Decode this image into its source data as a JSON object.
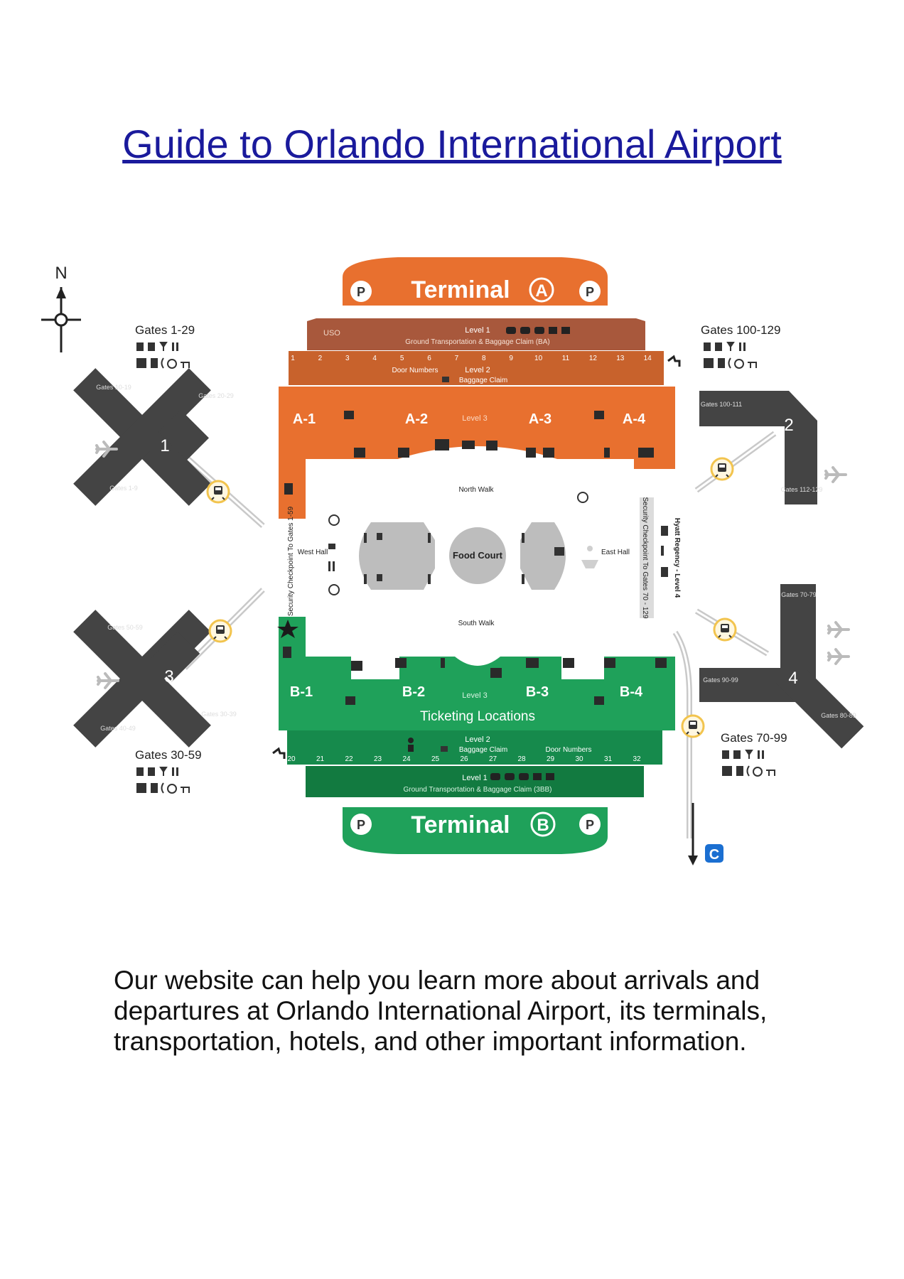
{
  "title": "Guide to Orlando International Airport",
  "description": "Our website can help you learn more about arrivals and departures at Orlando International Airport, its terminals, transportation, hotels, and other important information.",
  "colors": {
    "terminal_a": "#e8702f",
    "terminal_a_dark": "#c8622c",
    "terminal_a_brown": "#a8583c",
    "terminal_b": "#1fa15a",
    "terminal_b_dark": "#168a4c",
    "terminal_b_darker": "#127a40",
    "airside": "#444444",
    "link": "#1a1a9c",
    "food_court": "#bdbdbd",
    "people_mover_ring": "#f2c44e",
    "rail_c": "#1b6fd1"
  },
  "map": {
    "north_label": "N",
    "terminal_a": {
      "banner": "Terminal",
      "letter": "A",
      "parking": "P",
      "level1_title": "Level 1",
      "level1_sub": "Ground Transportation & Baggage Claim (BA)",
      "uso": "USO",
      "level2_title": "Level 2",
      "level2_sub": "Baggage Claim",
      "door_numbers_label": "Door Numbers",
      "doors": [
        "1",
        "2",
        "3",
        "4",
        "5",
        "6",
        "7",
        "8",
        "9",
        "10",
        "11",
        "12",
        "13",
        "14"
      ],
      "level3_label": "Level 3",
      "zones": [
        "A-1",
        "A-2",
        "A-3",
        "A-4"
      ]
    },
    "terminal_b": {
      "banner": "Terminal",
      "letter": "B",
      "parking": "P",
      "zones": [
        "B-1",
        "B-2",
        "B-3",
        "B-4"
      ],
      "level3_label": "Level 3",
      "ticketing_label": "Ticketing Locations",
      "level2_title": "Level 2",
      "level2_sub": "Baggage Claim",
      "door_numbers_label": "Door Numbers",
      "doors": [
        "20",
        "21",
        "22",
        "23",
        "24",
        "25",
        "26",
        "27",
        "28",
        "29",
        "30",
        "31",
        "32"
      ],
      "level1_title": "Level 1",
      "level1_sub": "Ground Transportation & Baggage Claim (3BB)"
    },
    "center": {
      "north_walk": "North Walk",
      "south_walk": "South Walk",
      "food_court": "Food Court",
      "west_hall": "West Hall",
      "east_hall": "East Hall",
      "security_west": "Security Checkpoint To Gates 1-59",
      "security_east": "Security Checkpoint To Gates 70 - 129",
      "hyatt": "Hyatt Regency - Level 4"
    },
    "airsides": {
      "gates_1_29": {
        "heading": "Gates 1-29",
        "number": "1",
        "arm_labels": [
          "Gates 10-19",
          "Gates 20-29",
          "Gates 1-9"
        ]
      },
      "gates_100_129": {
        "heading": "Gates 100-129",
        "number": "2",
        "arm_labels": [
          "Gates 100-111",
          "Gates 112-129"
        ]
      },
      "gates_30_59": {
        "heading": "Gates 30-59",
        "number": "3",
        "arm_labels": [
          "Gates 50-59",
          "Gates 30-39",
          "Gates 40-49"
        ]
      },
      "gates_70_99": {
        "heading": "Gates 70-99",
        "number": "4",
        "arm_labels": [
          "Gates 70-79",
          "Gates 90-99",
          "Gates 80-89"
        ]
      }
    },
    "rail_label": "C"
  }
}
